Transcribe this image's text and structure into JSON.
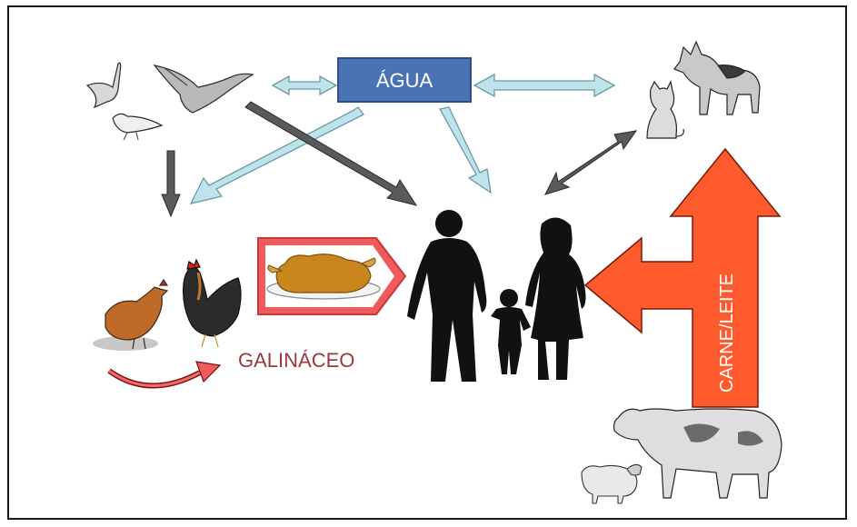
{
  "labels": {
    "water": "ÁGUA",
    "poultry": "GALINÁCEO",
    "meat_milk": "CARNE/LEITE"
  },
  "colors": {
    "water_box": "#4a73b5",
    "water_arrow": "#bfe3ea",
    "gray_arrow": "#555555",
    "red_arrow": "#ff5a2e",
    "poultry_banner": "#ef5b5b",
    "poultry_text": "#9a3a3a",
    "silhouette": "#111111"
  },
  "icons": [
    "wild-birds-icon",
    "cat-icon",
    "dog-icon",
    "hen-icon",
    "rooster-icon",
    "roast-chicken-icon",
    "family-silhouette-icon",
    "cow-icon",
    "sheep-icon"
  ]
}
